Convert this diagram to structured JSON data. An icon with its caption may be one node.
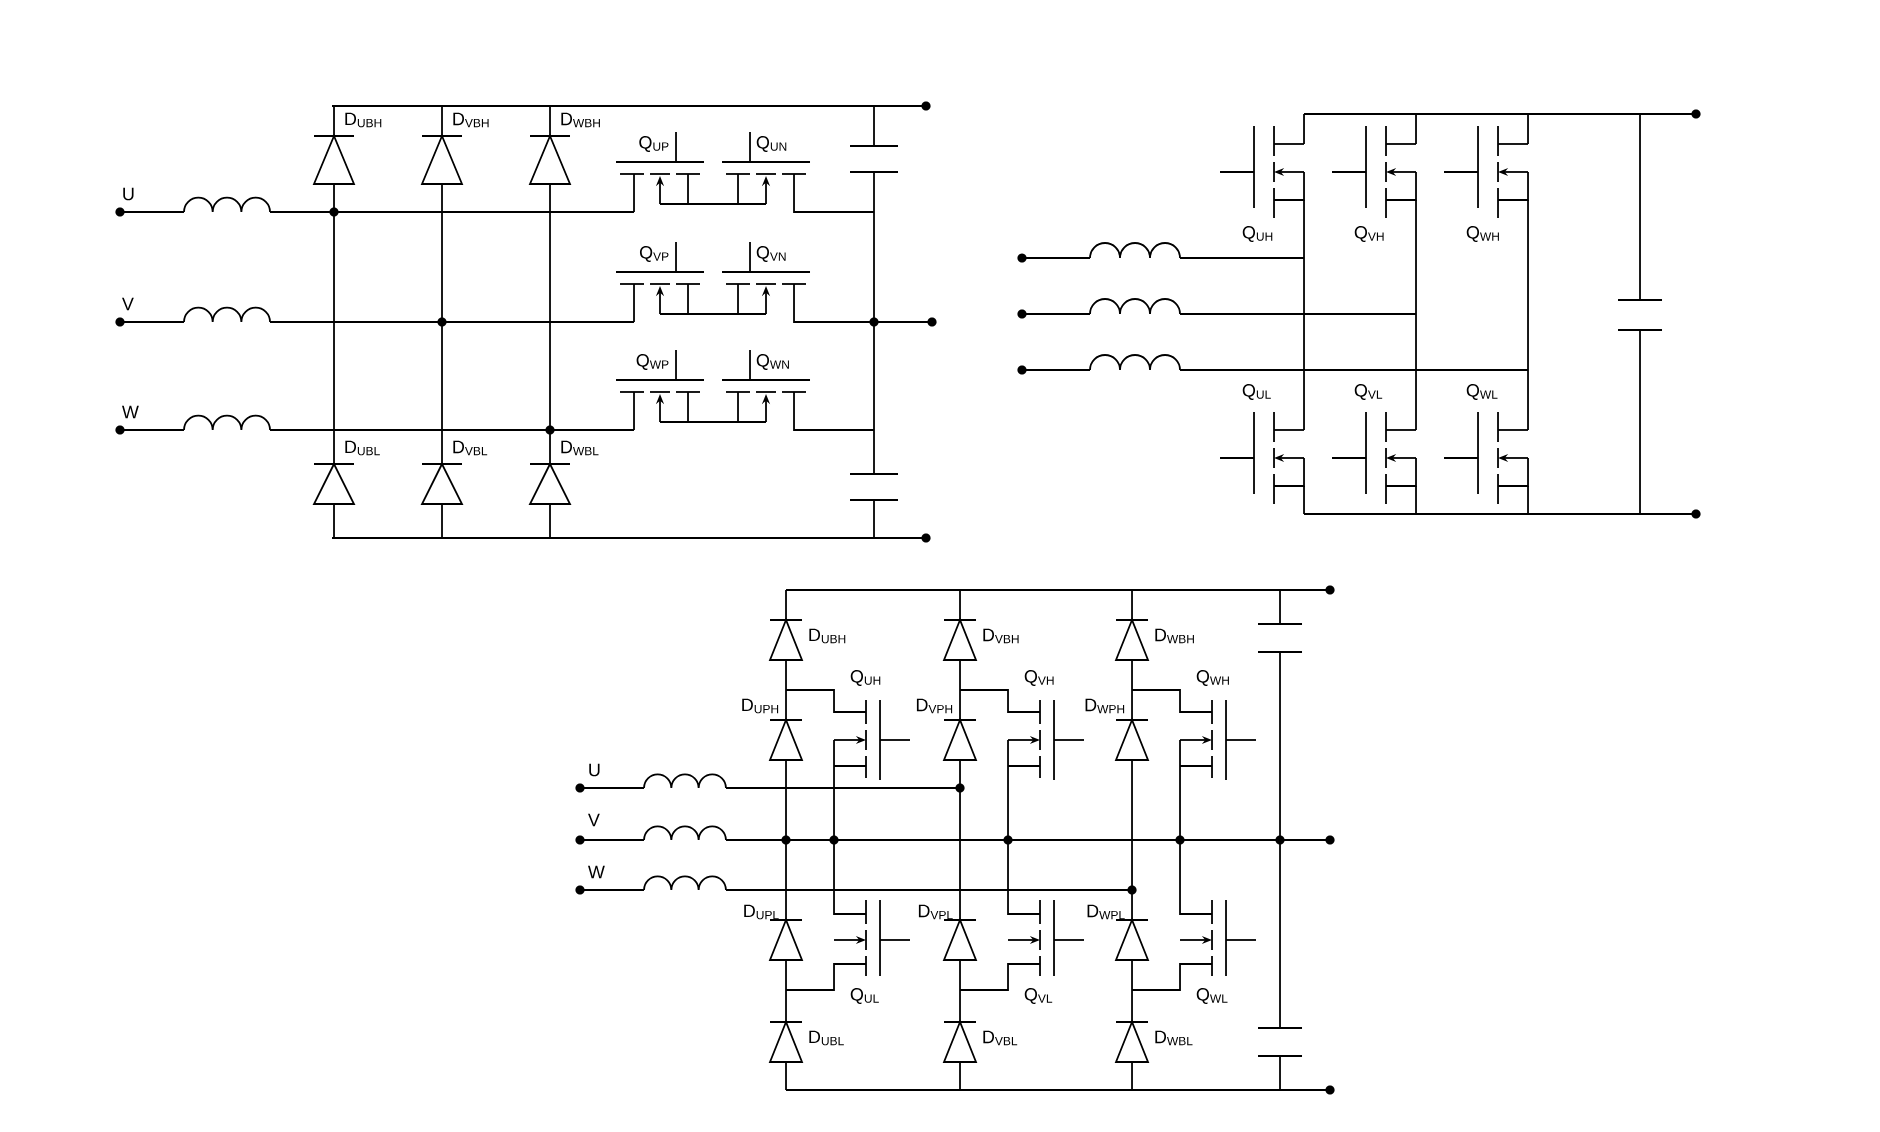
{
  "diagram": {
    "labels": [
      "U",
      "V",
      "W",
      "D$_{UBH}$",
      "D$_{VBH}$",
      "D$_{WBH}$",
      "Q$_{UP}$",
      "Q$_{UN}$",
      "Q$_{VP}$",
      "Q$_{VN}$",
      "Q$_{WP}$",
      "Q$_{WN}$",
      "D$_{UBL}$",
      "D$_{VBL}$",
      "D$_{WBL}$",
      "Q$_{UH}$",
      "Q$_{VH}$",
      "Q$_{WH}$",
      "Q$_{UL}$",
      "Q$_{VL}$",
      "Q$_{WL}$",
      "D$_{UBH}$",
      "D$_{VBH}$",
      "D$_{WBH}$",
      "D$_{UPH}$",
      "Q$_{UH}$",
      "D$_{VPH}$",
      "Q$_{VH}$",
      "D$_{WPH}$",
      "Q$_{WH}$",
      "U",
      "V",
      "W",
      "D$_{UPL}$",
      "D$_{VPL}$",
      "D$_{WPL}$",
      "Q$_{UL}$",
      "Q$_{VL}$",
      "Q$_{WL}$",
      "D$_{UBL}$",
      "D$_{VBL}$",
      "D$_{WBL}$"
    ]
  }
}
